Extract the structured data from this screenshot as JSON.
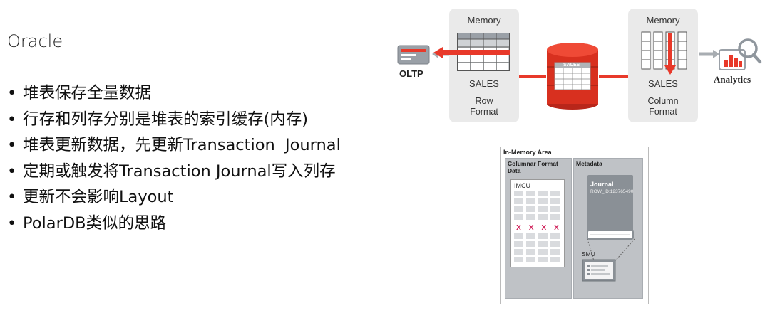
{
  "slide": {
    "heading": "Oracle",
    "bullets": [
      "堆表保存全量数据",
      "行存和列存分别是堆表的索引缓存(内存)",
      "堆表更新数据，先更新Transaction  Journal",
      "定期或触发将Transaction Journal写入列存",
      "更新不会影响Layout",
      "PolarDB类似的思路"
    ]
  },
  "top_diagram": {
    "oltp_label": "OLTP",
    "analytics_label": "Analytics",
    "row_store": {
      "memory_label": "Memory",
      "table_label": "SALES",
      "format_line1": "Row",
      "format_line2": "Format"
    },
    "column_store": {
      "memory_label": "Memory",
      "table_label": "SALES",
      "format_line1": "Column",
      "format_line2": "Format"
    },
    "db_label": "SALES",
    "colors": {
      "accent_red": "#e8392a",
      "panel_gray": "#eaeaea",
      "arrow_gray": "#a8adb2"
    }
  },
  "inmemory_diagram": {
    "title": "In-Memory Area",
    "columnar_title_line1": "Columnar Format",
    "columnar_title_line2": "Data",
    "imcu_label": "IMCU",
    "metadata_title": "Metadata",
    "journal_title": "Journal",
    "journal_rowid": "ROW_ID:123765490",
    "smu_label": "SMU",
    "x_marks": [
      "X",
      "X",
      "X",
      "X"
    ]
  }
}
